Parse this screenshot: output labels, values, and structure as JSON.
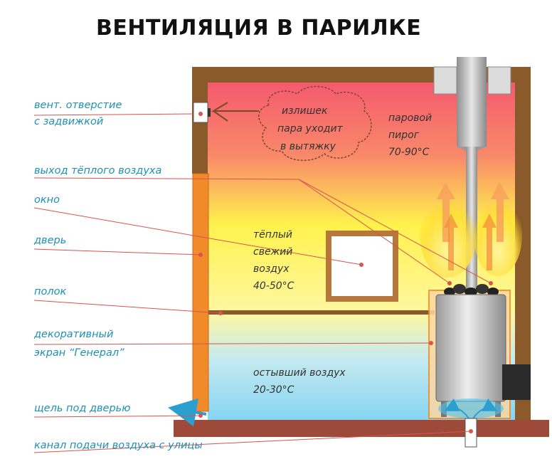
{
  "title": "ВЕНТИЛЯЦИЯ В ПАРИЛКЕ",
  "labels": {
    "vent_line1": "вент. отверстие",
    "vent_line2": "с задвижкой",
    "warm_exit": "выход тёплого воздуха",
    "window": "окно",
    "door": "дверь",
    "shelf": "полок",
    "screen_line1": "декоративный",
    "screen_line2": "экран “Генерал”",
    "door_gap": "щель под дверью",
    "intake": "канал подачи воздуха с улицы"
  },
  "zones": {
    "steam_excess": [
      "излишек",
      "пара уходит",
      "в вытяжку"
    ],
    "steam_cake": [
      "паровой",
      "пирог",
      "70-90°C"
    ],
    "warm_air": [
      "тёплый",
      "свежий",
      "воздух",
      "40-50°C"
    ],
    "cool_air": [
      "остывший воздух",
      "20-30°C"
    ]
  },
  "colors": {
    "label_text": "#1e8fb5",
    "pointer_line": "#d9534f",
    "wood": "#8a5a2b",
    "floor": "#9e4a3a",
    "door": "#f08a2a",
    "hot": "#f4606e",
    "warm": "#fff04a",
    "cool": "#8fd8f0"
  }
}
